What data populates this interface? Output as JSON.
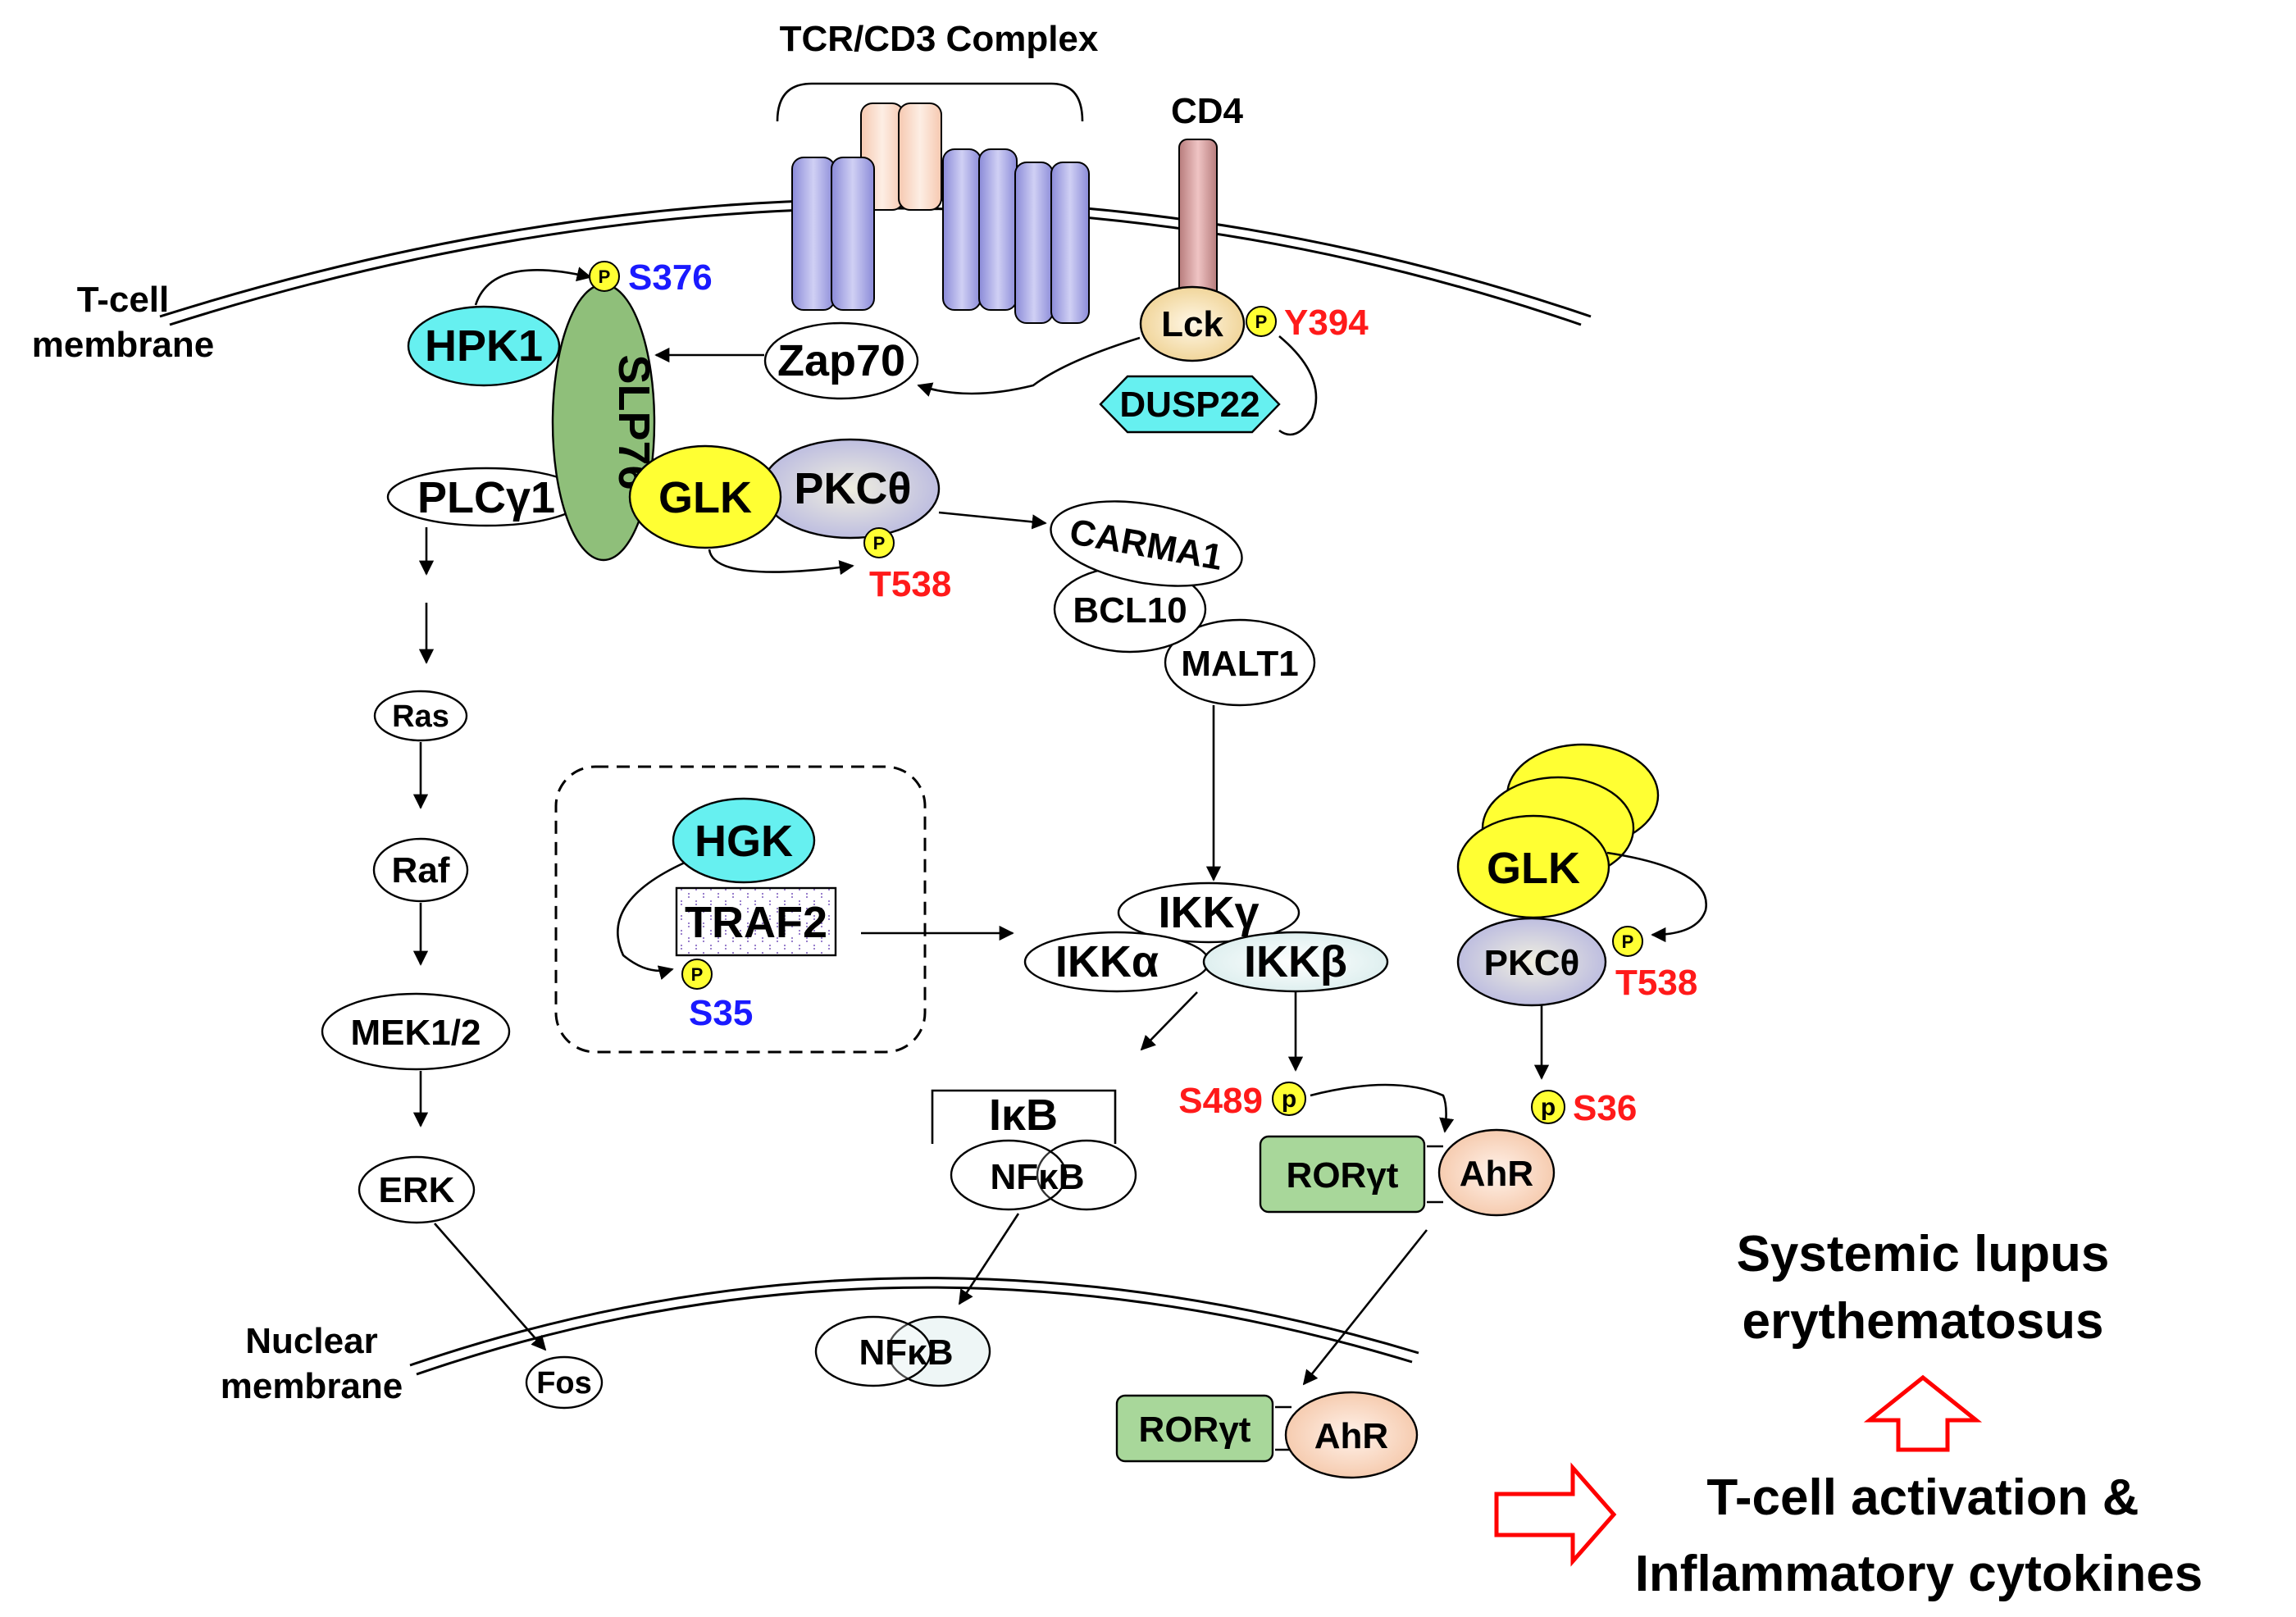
{
  "labels": {
    "tcr_complex": "TCR/CD3 Complex",
    "cd4": "CD4",
    "tcell_membrane_1": "T-cell",
    "tcell_membrane_2": "membrane",
    "nuclear_membrane_1": "Nuclear",
    "nuclear_membrane_2": "membrane"
  },
  "nodes": {
    "hpk1": "HPK1",
    "slp76": "SLP76",
    "zap70": "Zap70",
    "lck": "Lck",
    "dusp22": "DUSP22",
    "plcg1": "PLCγ1",
    "glk_top": "GLK",
    "pkct_top": "PKCθ",
    "carma1": "CARMA1",
    "bcl10": "BCL10",
    "malt1": "MALT1",
    "ras": "Ras",
    "raf": "Raf",
    "mek": "MEK1/2",
    "erk": "ERK",
    "fos": "Fos",
    "hgk": "HGK",
    "traf2": "TRAF2",
    "ikkg": "IKKγ",
    "ikka": "IKKα",
    "ikkb": "IKKβ",
    "ikb": "IκB",
    "nfkb_cyto": "NFκB",
    "nfkb_nuc": "NFκB",
    "glk_right": "GLK",
    "pkct_right": "PKCθ",
    "rorgt_cyto": "RORγt",
    "ahr_cyto": "AhR",
    "rorgt_nuc": "RORγt",
    "ahr_nuc": "AhR"
  },
  "phospho": {
    "p_symbol": "P",
    "p_symbol_lower": "p",
    "s376": "S376",
    "y394": "Y394",
    "t538_top": "T538",
    "s35": "S35",
    "t538_right": "T538",
    "s489": "S489",
    "s36": "S36"
  },
  "outcomes": {
    "sle_1": "Systemic lupus",
    "sle_2": "erythematosus",
    "tcell_1": "T-cell activation &",
    "tcell_2": "Inflammatory cytokines"
  },
  "colors": {
    "blue_site": "#1a1aff",
    "red_site": "#ff1a1a",
    "phospho_fill": "#ffff33",
    "cyan": "#66f0f0",
    "slp76": "#8fbf7a",
    "glk": "#ffff33",
    "pkc": "#c4c4e8",
    "tcr_chain": "#a8a8e6",
    "tcr_center": "#f8d8c8",
    "cd4": "#d9a0a0",
    "lck": "#f6dfa6",
    "rorgt": "#a8d79a",
    "ahr": "#f9d4bc",
    "outcome_arrow": "#ff0000"
  }
}
